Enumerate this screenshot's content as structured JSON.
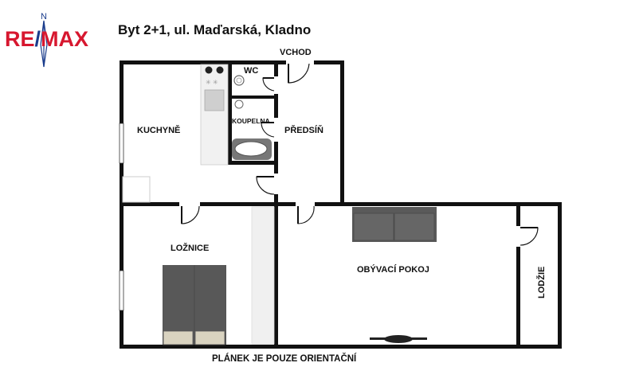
{
  "brand": {
    "logo_text": "RE/MAX",
    "compass_letter": "N",
    "colors": {
      "red": "#d7172f",
      "blue": "#1a3c8c"
    }
  },
  "title": "Byt 2+1, ul. Maďarská, Kladno",
  "rooms": {
    "entrance": "VCHOD",
    "wc": "WC",
    "bathroom": "KOUPELNA",
    "kitchen": "KUCHYNĚ",
    "hallway": "PŘEDSÍŇ",
    "bedroom": "LOŽNICE",
    "living_room": "OBÝVACÍ POKOJ",
    "loggia": "LODŽIE"
  },
  "footer_note": "PLÁNEK JE POUZE ORIENTAČNÍ"
}
